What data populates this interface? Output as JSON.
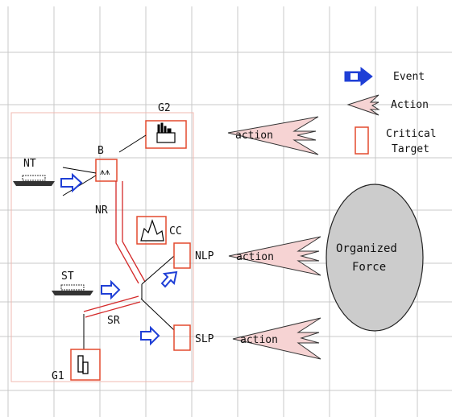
{
  "legend": {
    "event": "Event",
    "action": "Action",
    "critical_target_line1": "Critical",
    "critical_target_line2": "Target"
  },
  "nodes": {
    "g2": "G2",
    "b": "B",
    "nt": "NT",
    "nr": "NR",
    "cc": "CC",
    "nlp": "NLP",
    "st": "ST",
    "sr": "SR",
    "slp": "SLP",
    "g1": "G1"
  },
  "actions": {
    "top": "action",
    "middle": "action",
    "bottom": "action"
  },
  "organized_force": {
    "line1": "Organized",
    "line2": "Force"
  },
  "colors": {
    "grid": "#c8c8c8",
    "target": "#e34a2f",
    "event_arrow": "#1f3fd6",
    "action_fill": "#f6d3d3",
    "force_fill": "#cccccc",
    "road": "#d42a2a"
  }
}
